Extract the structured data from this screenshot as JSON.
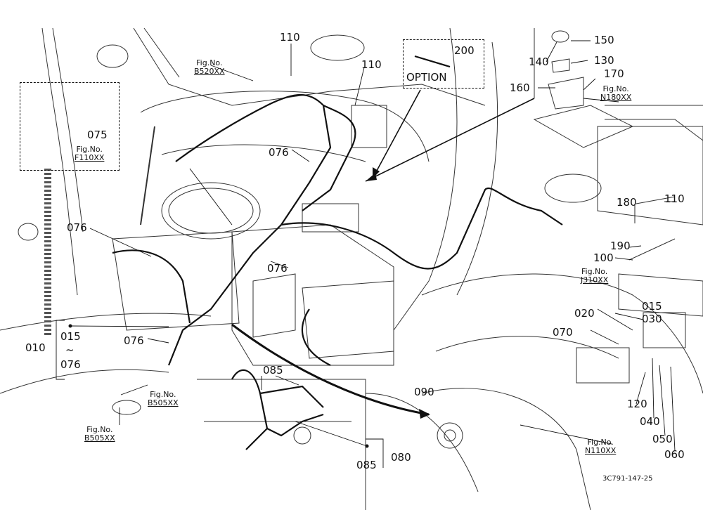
{
  "callouts": {
    "c110a": "110",
    "c110b": "110",
    "c110c": "110",
    "c150": "150",
    "c140": "140",
    "c130": "130",
    "c170": "170",
    "c160": "160",
    "c200": "200",
    "c075": "075",
    "c076a": "076",
    "c076b": "076",
    "c076c": "076",
    "c076d": "076",
    "c010": "010",
    "c015a": "015",
    "c015b": "015",
    "c076e": "076",
    "c085a": "085",
    "c085b": "085",
    "c080": "080",
    "c090": "090",
    "c180": "180",
    "c190": "190",
    "c100": "100",
    "c020": "020",
    "c030": "030",
    "c070": "070",
    "c120": "120",
    "c040": "040",
    "c050": "050",
    "c060": "060"
  },
  "tilde": "~",
  "option_label": "OPTION",
  "figrefs": {
    "b520": {
      "prefix": "Fig.No.",
      "num": "B520XX"
    },
    "n180": {
      "prefix": "Fig.No.",
      "num": "N180XX"
    },
    "f110": {
      "prefix": "Fig.No.",
      "num": "F110XX"
    },
    "j310": {
      "prefix": "Fig.No.",
      "num": "J310XX"
    },
    "b505a": {
      "prefix": "Fig.No.",
      "num": "B505XX"
    },
    "b505b": {
      "prefix": "Fig.No.",
      "num": "B505XX"
    },
    "n110": {
      "prefix": "Fig.No.",
      "num": "N110XX"
    }
  },
  "drawing_code": "3C791-147-25"
}
